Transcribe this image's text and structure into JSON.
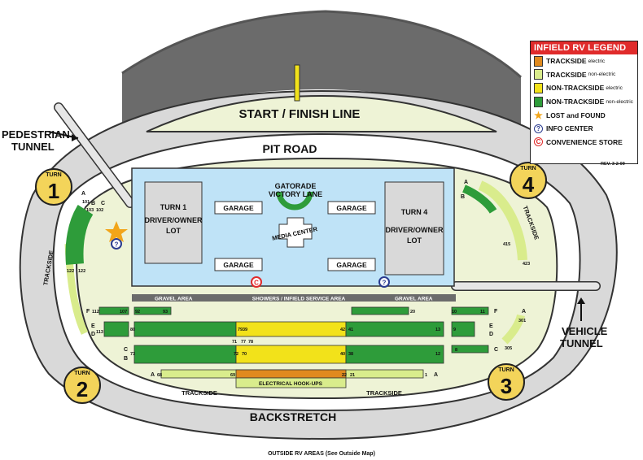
{
  "labels": {
    "start_finish": "START / FINISH LINE",
    "pit_road": "PIT ROAD",
    "pedestrian_tunnel_1": "PEDESTRIAN",
    "pedestrian_tunnel_2": "TUNNEL",
    "vehicle_tunnel_1": "VEHICLE",
    "vehicle_tunnel_2": "TUNNEL",
    "backstretch": "BACKSTRETCH",
    "gatorade_1": "GATORADE",
    "gatorade_2": "VICTORY LANE",
    "media_center": "MEDIA CENTER",
    "garage": "GARAGE",
    "turn1_lot_1": "TURN 1",
    "turn1_lot_2": "DRIVER/OWNER",
    "turn1_lot_3": "LOT",
    "turn4_lot_1": "TURN 4",
    "turn4_lot_2": "DRIVER/OWNER",
    "turn4_lot_3": "LOT",
    "gravel_left": "GRAVEL AREA",
    "showers": "SHOWERS / INFIELD SERVICE AREA",
    "gravel_right": "GRAVEL AREA",
    "electrical": "ELECTRICAL HOOK-UPS",
    "trackside": "TRACKSIDE",
    "turn": "TURN",
    "turn1_num": "1",
    "turn2_num": "2",
    "turn3_num": "3",
    "turn4_num": "4",
    "rev": "REV. 3-2-09",
    "outside_rv": "OUTSIDE RV AREAS (See Outside Map)"
  },
  "row_labels": {
    "A": "A",
    "B": "B",
    "C": "C",
    "D": "D",
    "E": "E",
    "F": "F",
    "n101": "101",
    "n102": "102",
    "n103": "103",
    "n122": "122",
    "n415": "415",
    "n423": "423",
    "n301": "301",
    "n305": "305",
    "n20": "20",
    "n21": "21",
    "n22": "22",
    "n38": "38",
    "n39": "39",
    "n40": "40",
    "n41": "41",
    "n42": "42",
    "n1": "1",
    "n8": "8",
    "n9": "9",
    "n10": "10",
    "n11": "11",
    "n12": "12",
    "n13": "13",
    "n68": "68",
    "n69": "69",
    "n70": "70",
    "n71": "71",
    "n72": "72",
    "n73": "73",
    "n77": "77",
    "n78": "78",
    "n79": "79",
    "n80": "80",
    "n92": "92",
    "n93": "93",
    "n107": "107",
    "n112": "112",
    "n113": "113"
  },
  "legend": {
    "title": "INFIELD RV LEGEND",
    "items": [
      {
        "main": "TRACKSIDE",
        "sub": "electric",
        "color": "#e08a1e"
      },
      {
        "main": "TRACKSIDE",
        "sub": "non-electric",
        "color": "#d9ec8c"
      },
      {
        "main": "NON-TRACKSIDE",
        "sub": "electric",
        "color": "#f2e21a"
      },
      {
        "main": "NON-TRACKSIDE",
        "sub": "non-electric",
        "color": "#2e9c3a"
      }
    ],
    "lost_found": "LOST and FOUND",
    "info_center": "INFO CENTER",
    "store": "CONVENIENCE STORE",
    "info_glyph": "?",
    "store_glyph": "C"
  },
  "colors": {
    "grandstand": "#6b6b6b",
    "track": "#d9d9d9",
    "infield": "#eef3d6",
    "garage_area": "#bfe3f7",
    "green": "#2e9c3a",
    "yellow": "#f2e21a",
    "orange": "#e08a1e",
    "lightgreen": "#d9ec8c",
    "turn_badge": "#f3d45a"
  }
}
